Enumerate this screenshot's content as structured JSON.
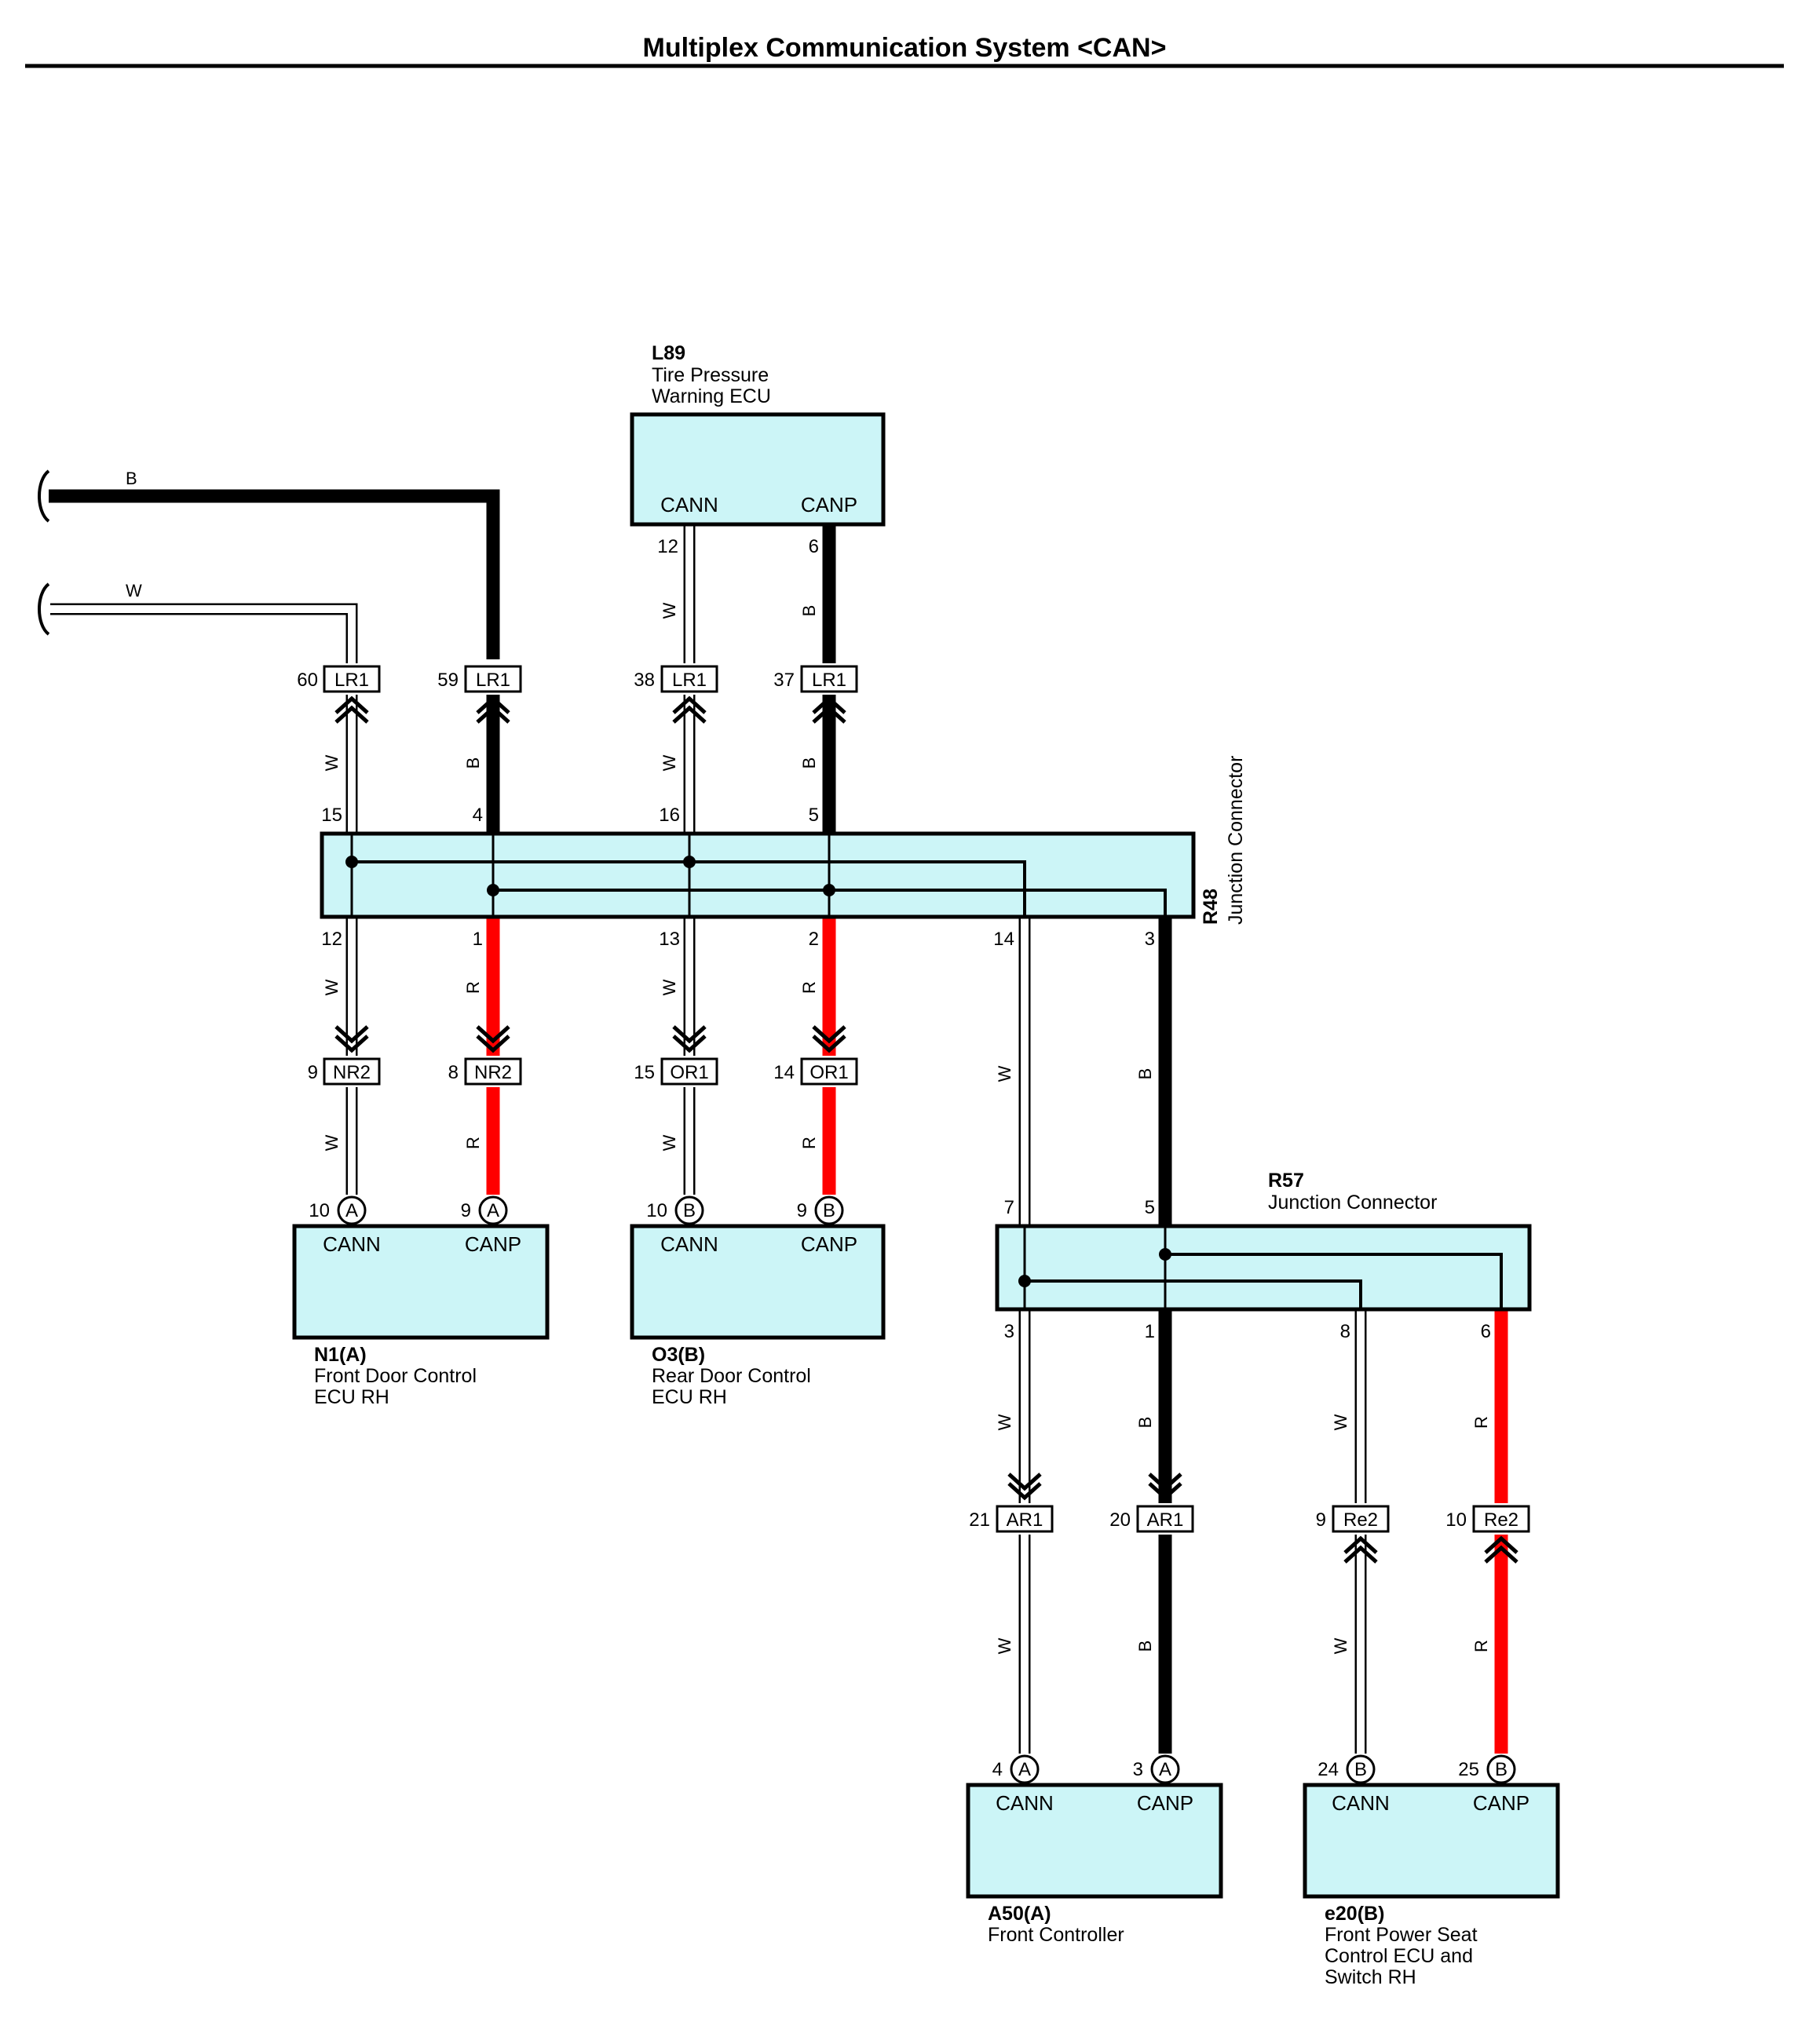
{
  "title": "Multiplex Communication System <CAN>",
  "colors": {
    "black_wire": "#000000",
    "red_wire": "#ff0000",
    "white_wire": "#ffffff",
    "ecu_fill": "#ccf5f7"
  },
  "components": {
    "l89": {
      "code": "L89",
      "name1": "Tire Pressure",
      "name2": "Warning ECU",
      "t1": "CANN",
      "t2": "CANP"
    },
    "n1": {
      "code": "N1(A)",
      "name1": "Front Door Control",
      "name2": "ECU RH",
      "t1": "CANN",
      "t2": "CANP"
    },
    "o3": {
      "code": "O3(B)",
      "name1": "Rear Door Control",
      "name2": "ECU RH",
      "t1": "CANN",
      "t2": "CANP"
    },
    "a50": {
      "code": "A50(A)",
      "name1": "Front Controller",
      "t1": "CANN",
      "t2": "CANP"
    },
    "e20": {
      "code": "e20(B)",
      "name1": "Front Power Seat",
      "name2": "Control ECU and",
      "name3": "Switch RH",
      "t1": "CANN",
      "t2": "CANP"
    },
    "r48": {
      "code": "R48",
      "name1": "Junction Connector"
    },
    "r57": {
      "code": "R57",
      "name1": "Junction Connector"
    }
  },
  "connectors": {
    "lr1": "LR1",
    "nr2": "NR2",
    "or1": "OR1",
    "ar1": "AR1",
    "re2": "Re2",
    "ca": "A",
    "cb": "B"
  },
  "pins": {
    "lr1_60": "60",
    "lr1_59": "59",
    "lr1_38": "38",
    "lr1_37": "37",
    "l89_12": "12",
    "l89_6": "6",
    "r48_15": "15",
    "r48_4": "4",
    "r48_16": "16",
    "r48_5": "5",
    "r48_12": "12",
    "r48_1": "1",
    "r48_13": "13",
    "r48_2": "2",
    "r48_14": "14",
    "r48_3": "3",
    "nr2_9": "9",
    "nr2_8": "8",
    "or1_15": "15",
    "or1_14": "14",
    "n1_10": "10",
    "n1_9": "9",
    "o3_10": "10",
    "o3_9": "9",
    "r57_7": "7",
    "r57_5": "5",
    "r57_3": "3",
    "r57_1": "1",
    "r57_8": "8",
    "r57_6": "6",
    "ar1_21": "21",
    "ar1_20": "20",
    "re2_9": "9",
    "re2_10": "10",
    "a50_4": "4",
    "a50_3": "3",
    "e20_24": "24",
    "e20_25": "25"
  },
  "wire_colors": {
    "black": "B",
    "white": "W",
    "red": "R"
  }
}
